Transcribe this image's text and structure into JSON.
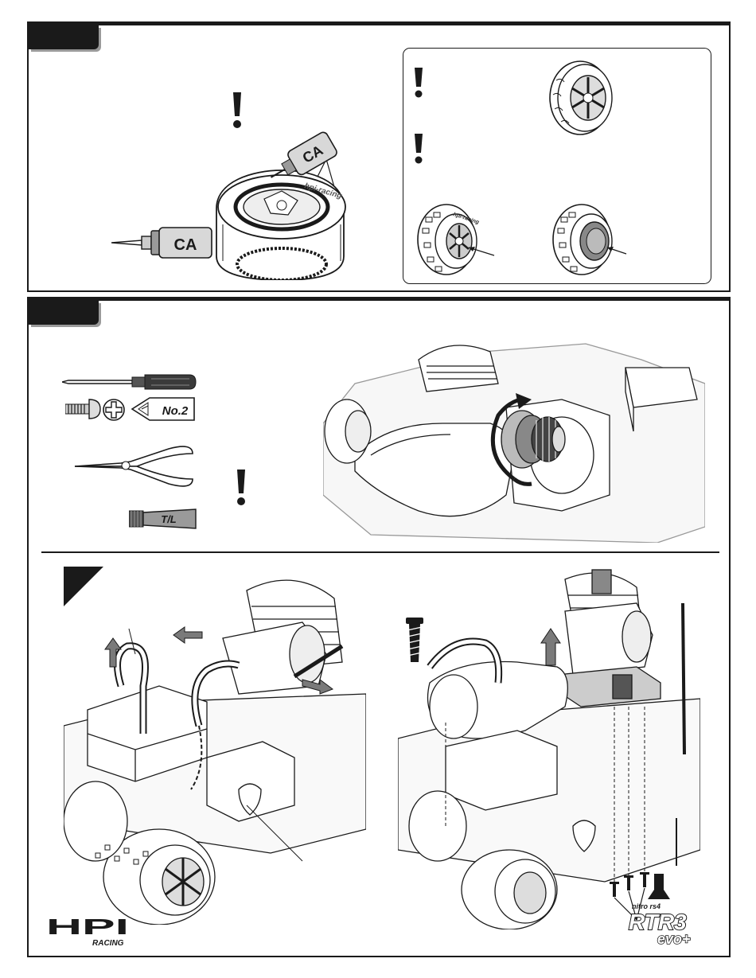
{
  "step_panel_1": {
    "ca_bottle_label": "CA",
    "ca_tube_label": "CA",
    "tire_brand_text": "hpi-racing"
  },
  "step_panel_2": {
    "screwdriver_size_label": "No.2",
    "threadlock_label": "T/L",
    "inset_wheel_brand_text": "hpi-racing"
  },
  "footer": {
    "left_logo_text": "HPI",
    "left_logo_sub": "RACING",
    "right_logo_small": "nitro rs4",
    "right_logo_main": "RTR3",
    "right_logo_sub": "evo+"
  },
  "colors": {
    "ink": "#1a1a1a",
    "tab_shadow": "#9a9a9a",
    "label_fill": "#d8d8d8",
    "arrow_fill": "#7a7a7a"
  },
  "icons": [
    "exclamation-icon",
    "screwdriver-icon",
    "screw-icon",
    "phillips-head-icon",
    "needle-nose-pliers-icon",
    "threadlock-tube-icon",
    "ca-glue-bottle-icon",
    "rotate-arrow-icon",
    "step-corner-marker-icon"
  ]
}
